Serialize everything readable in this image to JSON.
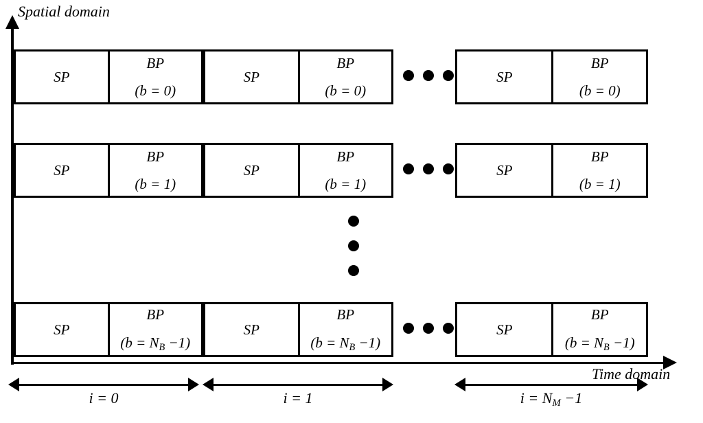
{
  "figure": {
    "axes": {
      "y_label": "Spatial  domain",
      "x_label": "Time domain"
    },
    "rows": [
      {
        "id": "row-b0",
        "beam_index": "0",
        "groups": [
          {
            "cells": [
              {
                "type": "SP",
                "line1": "SP",
                "line2": ""
              },
              {
                "type": "BP",
                "line1": "BP",
                "line2": "(b = 0)"
              }
            ]
          },
          {
            "cells": [
              {
                "type": "SP",
                "line1": "SP",
                "line2": ""
              },
              {
                "type": "BP",
                "line1": "BP",
                "line2": "(b = 0)"
              }
            ]
          },
          {
            "cells": [
              {
                "type": "SP",
                "line1": "SP",
                "line2": ""
              },
              {
                "type": "BP",
                "line1": "BP",
                "line2": "(b = 0)"
              }
            ]
          }
        ]
      },
      {
        "id": "row-b1",
        "beam_index": "1",
        "groups": [
          {
            "cells": [
              {
                "type": "SP",
                "line1": "SP",
                "line2": ""
              },
              {
                "type": "BP",
                "line1": "BP",
                "line2": "(b = 1)"
              }
            ]
          },
          {
            "cells": [
              {
                "type": "SP",
                "line1": "SP",
                "line2": ""
              },
              {
                "type": "BP",
                "line1": "BP",
                "line2": "(b = 1)"
              }
            ]
          },
          {
            "cells": [
              {
                "type": "SP",
                "line1": "SP",
                "line2": ""
              },
              {
                "type": "BP",
                "line1": "BP",
                "line2": "(b = 1)"
              }
            ]
          }
        ]
      },
      {
        "id": "row-bNB",
        "beam_index": "N_B-1",
        "groups": [
          {
            "cells": [
              {
                "type": "SP",
                "line1": "SP",
                "line2": ""
              },
              {
                "type": "BP",
                "line1": "BP",
                "line2": "(b = N_B −1)"
              }
            ]
          },
          {
            "cells": [
              {
                "type": "SP",
                "line1": "SP",
                "line2": ""
              },
              {
                "type": "BP",
                "line1": "BP",
                "line2": "(b = N_B −1)"
              }
            ]
          },
          {
            "cells": [
              {
                "type": "SP",
                "line1": "SP",
                "line2": ""
              },
              {
                "type": "BP",
                "line1": "BP",
                "line2": "(b = N_B −1)"
              }
            ]
          }
        ]
      }
    ],
    "ellipsis": {
      "horizontal_count": 3,
      "vertical_count": 3
    },
    "ranges": [
      {
        "id": "range-i0",
        "label": "i = 0"
      },
      {
        "id": "range-i1",
        "label": "i = 1"
      },
      {
        "id": "range-iNM",
        "label": "i = N_M −1"
      }
    ],
    "colors": {
      "stroke": "#000000",
      "background": "#ffffff"
    }
  }
}
